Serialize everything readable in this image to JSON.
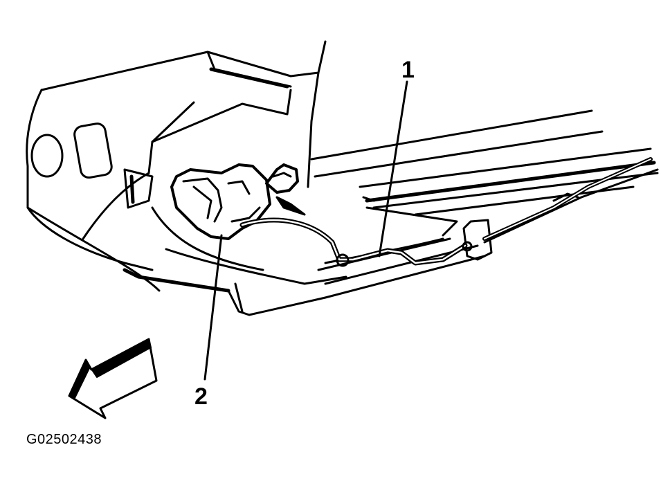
{
  "diagram": {
    "callouts": [
      {
        "id": "1"
      },
      {
        "id": "2"
      }
    ],
    "figure_id": "G02502438"
  },
  "colors": {
    "ink": "#000000",
    "paper": "#ffffff"
  }
}
